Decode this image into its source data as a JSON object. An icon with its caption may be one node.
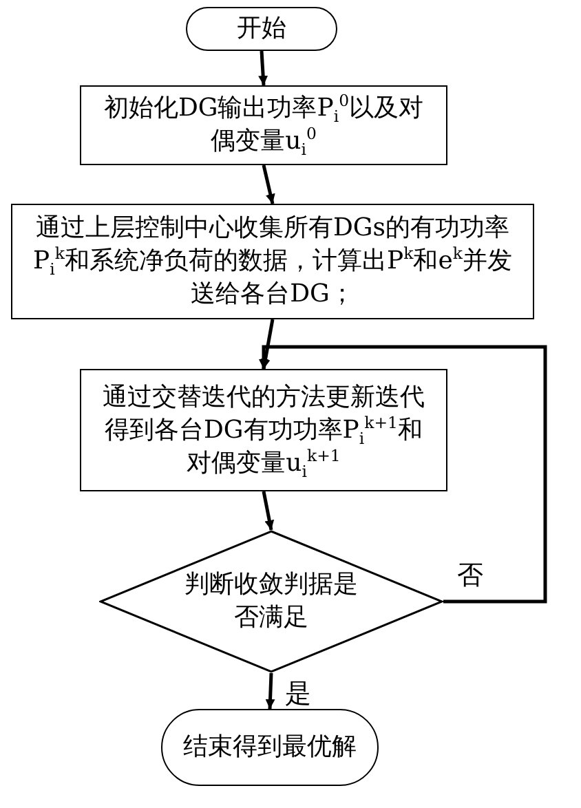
{
  "diagram": {
    "nodes": [
      {
        "text": [
          "开始"
        ]
      },
      {
        "text": [
          "初始化DG输出功率P$_{i}$$^{0}$以及对偶变量u$_{i}$$^{0}$"
        ]
      },
      {
        "text": [
          "通过上层控制中心收集所有DGs的有功功率P$_{i}$$^{k}$和系统净负荷的数据，计算出P$^{k}$和e$^{k}$并发送给各台DG；"
        ]
      },
      {
        "text": [
          "通过交替迭代的方法更新迭代得到各台DG有功功率P$_{i}$$^{k+1}$和对偶变量u$_{i}$$^{k+1}$"
        ]
      },
      {
        "text": [
          "判断收敛判据是否满足"
        ]
      },
      {
        "text": [
          "结束得到最优解"
        ]
      }
    ],
    "edges": [
      {
        "from": 0,
        "to": 1,
        "arrow": "to"
      },
      {
        "from": 1,
        "to": 2,
        "arrow": "to"
      },
      {
        "from": 2,
        "to": 3,
        "arrow": "to"
      },
      {
        "from": 3,
        "to": 4,
        "arrow": "to"
      },
      {
        "from": 4,
        "to": 3,
        "arrow": "to",
        "label": "否"
      },
      {
        "from": 4,
        "to": 5,
        "arrow": "to",
        "label": "是"
      }
    ]
  }
}
